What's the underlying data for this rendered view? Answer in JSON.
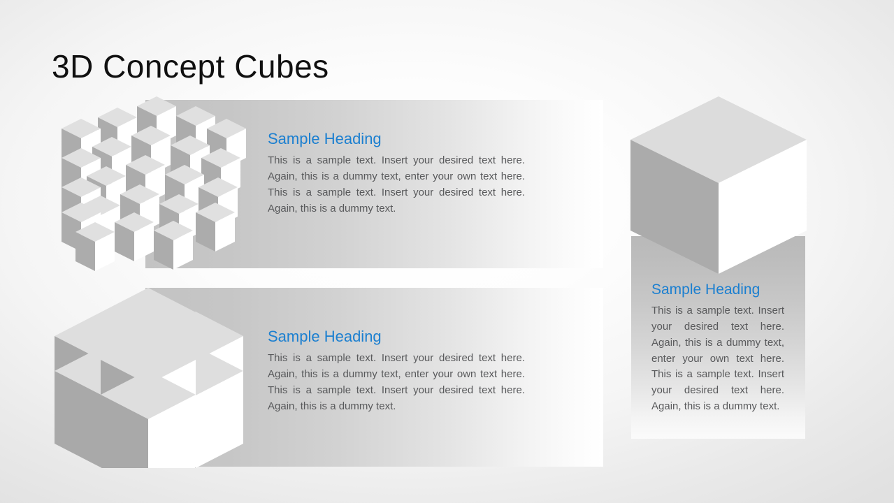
{
  "slide": {
    "title": "3D Concept Cubes",
    "accent_color": "#1b7fd0",
    "body_color": "#58595b",
    "title_color": "#101010",
    "background": "light gray radial gradient"
  },
  "sections": [
    {
      "id": "row1",
      "heading": "Sample Heading",
      "body": "This is a sample text. Insert your desired text here. Again, this is a dummy text, enter your own text here. This is a sample text. Insert your desired text here. Again, this is a dummy text.",
      "graphic": "exploded-3x3x3-cube-grid"
    },
    {
      "id": "row2",
      "heading": "Sample Heading",
      "body": "This is a sample text. Insert your desired text here. Again, this is a dummy text, enter your own text here. This is a sample text. Insert your desired text here. Again, this is a dummy text.",
      "graphic": "split-2x2x2-cube"
    },
    {
      "id": "right",
      "heading": "Sample Heading",
      "body": "This is a sample text. Insert your desired text here. Again, this is a dummy text, enter your own text here. This is a sample text. Insert your desired text here. Again, this is a dummy text.",
      "graphic": "single-isometric-cube"
    }
  ],
  "cube_colors": {
    "top_face": "#dcdcdc",
    "left_face": "#ababab",
    "right_face": "#ffffff",
    "top_face_light": "#e4e4e4",
    "left_face_dark": "#a3a3a3"
  }
}
